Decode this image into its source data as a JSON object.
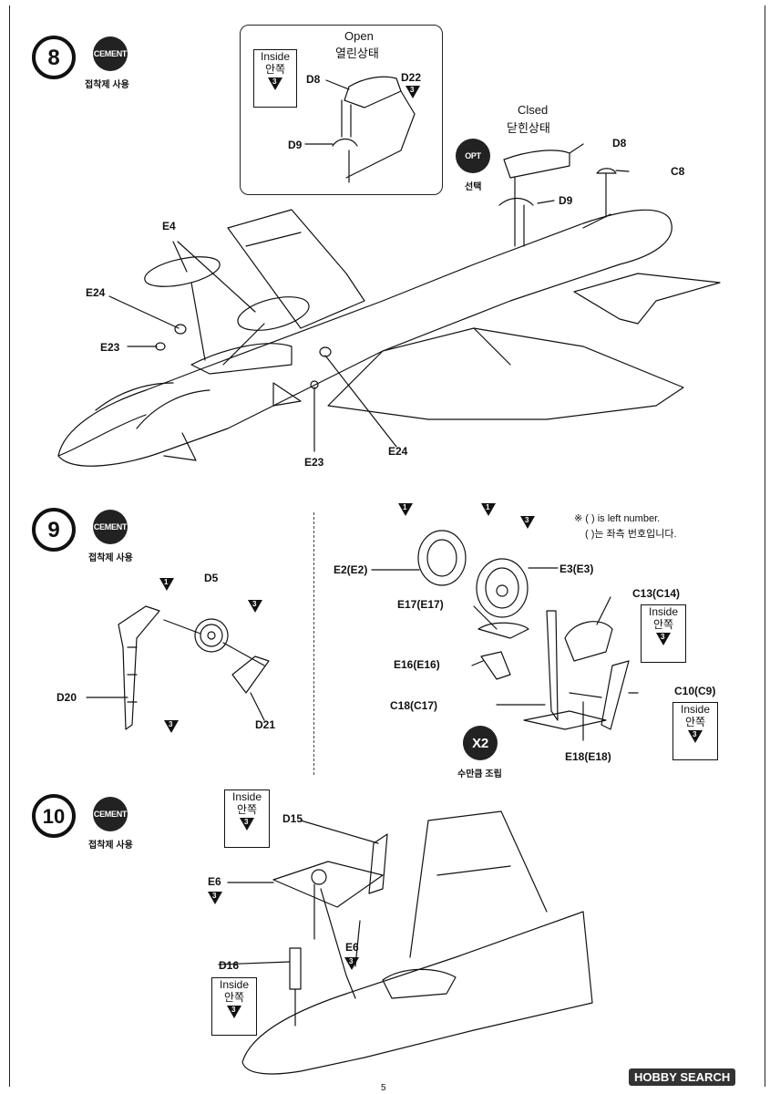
{
  "steps": {
    "s8": {
      "number": "8",
      "badge": "CEMENT",
      "badge_kor": "접착제 사용"
    },
    "s9": {
      "number": "9",
      "badge": "CEMENT",
      "badge_kor": "접착제 사용"
    },
    "s10": {
      "number": "10",
      "badge": "CEMENT",
      "badge_kor": "접착제 사용"
    }
  },
  "inset_open": {
    "title": "Open",
    "title_kor": "열린상태",
    "inside": "Inside",
    "inside_kor": "안쪽",
    "inside_num": "3",
    "d8": "D8",
    "d22": "D22",
    "d22_num": "3",
    "d9": "D9"
  },
  "closed": {
    "title": "Clsed",
    "title_kor": "닫힌상태",
    "opt": "OPT",
    "opt_kor": "선택",
    "d8": "D8",
    "d9": "D9",
    "c8": "C8"
  },
  "step8_parts": {
    "e4": "E4",
    "e24a": "E24",
    "e23a": "E23",
    "e23b": "E23",
    "e24b": "E24"
  },
  "step9_left": {
    "tri1": "1",
    "d5": "D5",
    "tri3a": "3",
    "d20": "D20",
    "tri3b": "3",
    "d21": "D21"
  },
  "step9_right": {
    "note1": "※ ( ) is left number.",
    "note2": "( )는 좌측 번호입니다.",
    "tri1a": "1",
    "tri1b": "1",
    "tri3": "3",
    "e2": "E2(E2)",
    "e3": "E3(E3)",
    "e17": "E17(E17)",
    "c13": "C13(C14)",
    "e16": "E16(E16)",
    "c18": "C18(C17)",
    "c10": "C10(C9)",
    "e18": "E18(E18)",
    "inside1": "Inside",
    "inside1_kor": "안쪽",
    "inside1_num": "3",
    "inside2": "Inside",
    "inside2_kor": "안쪽",
    "inside2_num": "3",
    "x2": "X2",
    "x2_kor": "수만큼 조립"
  },
  "step10_parts": {
    "inside1": "Inside",
    "inside1_kor": "안쪽",
    "inside1_num": "3",
    "d15": "D15",
    "e6a": "E6",
    "e6a_num": "3",
    "e6b": "E6",
    "e6b_num": "3",
    "d16": "D16",
    "inside2": "Inside",
    "inside2_kor": "안쪽",
    "inside2_num": "3"
  },
  "page_number": "5",
  "watermark": "HOBBY SEARCH"
}
